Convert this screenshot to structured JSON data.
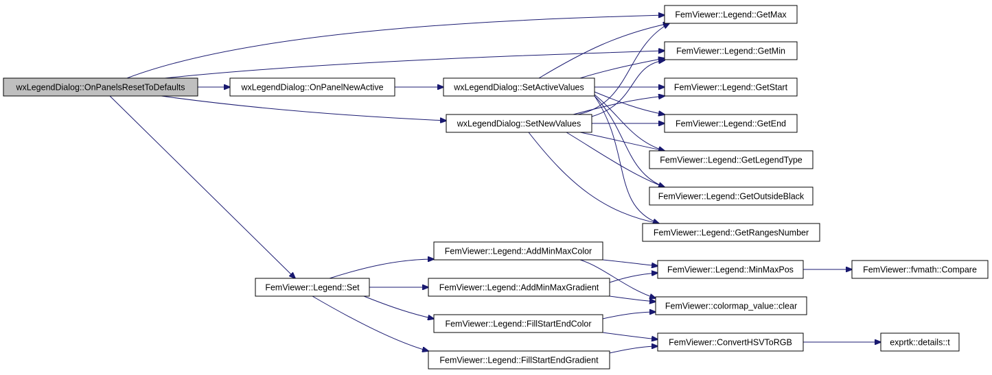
{
  "diagram": {
    "nodes": [
      {
        "id": "root",
        "label": "wxLegendDialog::OnPanelsResetToDefaults",
        "highlight": true
      },
      {
        "id": "onPanelNewActive",
        "label": "wxLegendDialog::OnPanelNewActive"
      },
      {
        "id": "setActiveValues",
        "label": "wxLegendDialog::SetActiveValues"
      },
      {
        "id": "setNewValues",
        "label": "wxLegendDialog::SetNewValues"
      },
      {
        "id": "getMax",
        "label": "FemViewer::Legend::GetMax"
      },
      {
        "id": "getMin",
        "label": "FemViewer::Legend::GetMin"
      },
      {
        "id": "getStart",
        "label": "FemViewer::Legend::GetStart"
      },
      {
        "id": "getEnd",
        "label": "FemViewer::Legend::GetEnd"
      },
      {
        "id": "getLegendType",
        "label": "FemViewer::Legend::GetLegendType"
      },
      {
        "id": "getOutsideBlack",
        "label": "FemViewer::Legend::GetOutsideBlack"
      },
      {
        "id": "getRangesNumber",
        "label": "FemViewer::Legend::GetRangesNumber"
      },
      {
        "id": "set",
        "label": "FemViewer::Legend::Set"
      },
      {
        "id": "addMinMaxColor",
        "label": "FemViewer::Legend::AddMinMaxColor"
      },
      {
        "id": "addMinMaxGradient",
        "label": "FemViewer::Legend::AddMinMaxGradient"
      },
      {
        "id": "fillStartEndColor",
        "label": "FemViewer::Legend::FillStartEndColor"
      },
      {
        "id": "fillStartEndGradient",
        "label": "FemViewer::Legend::FillStartEndGradient"
      },
      {
        "id": "minMaxPos",
        "label": "FemViewer::Legend::MinMaxPos"
      },
      {
        "id": "clear",
        "label": "FemViewer::colormap_value::clear"
      },
      {
        "id": "convertHSVToRGB",
        "label": "FemViewer::ConvertHSVToRGB"
      },
      {
        "id": "compare",
        "label": "FemViewer::fvmath::Compare"
      },
      {
        "id": "details_t",
        "label": "exprtk::details::t"
      }
    ],
    "edges": [
      {
        "from": "root",
        "to": "getMax"
      },
      {
        "from": "root",
        "to": "getMin"
      },
      {
        "from": "root",
        "to": "onPanelNewActive"
      },
      {
        "from": "root",
        "to": "setNewValues"
      },
      {
        "from": "root",
        "to": "set"
      },
      {
        "from": "onPanelNewActive",
        "to": "setActiveValues"
      },
      {
        "from": "setActiveValues",
        "to": "getMax"
      },
      {
        "from": "setActiveValues",
        "to": "getMin"
      },
      {
        "from": "setActiveValues",
        "to": "getStart"
      },
      {
        "from": "setActiveValues",
        "to": "getEnd"
      },
      {
        "from": "setActiveValues",
        "to": "getLegendType"
      },
      {
        "from": "setActiveValues",
        "to": "getOutsideBlack"
      },
      {
        "from": "setActiveValues",
        "to": "getRangesNumber"
      },
      {
        "from": "setNewValues",
        "to": "getMax"
      },
      {
        "from": "setNewValues",
        "to": "getMin"
      },
      {
        "from": "setNewValues",
        "to": "getStart"
      },
      {
        "from": "setNewValues",
        "to": "getEnd"
      },
      {
        "from": "setNewValues",
        "to": "getLegendType"
      },
      {
        "from": "setNewValues",
        "to": "getOutsideBlack"
      },
      {
        "from": "setNewValues",
        "to": "getRangesNumber"
      },
      {
        "from": "set",
        "to": "addMinMaxColor"
      },
      {
        "from": "set",
        "to": "addMinMaxGradient"
      },
      {
        "from": "set",
        "to": "fillStartEndColor"
      },
      {
        "from": "set",
        "to": "fillStartEndGradient"
      },
      {
        "from": "addMinMaxColor",
        "to": "minMaxPos"
      },
      {
        "from": "addMinMaxColor",
        "to": "clear"
      },
      {
        "from": "addMinMaxGradient",
        "to": "minMaxPos"
      },
      {
        "from": "addMinMaxGradient",
        "to": "clear"
      },
      {
        "from": "fillStartEndColor",
        "to": "clear"
      },
      {
        "from": "fillStartEndColor",
        "to": "convertHSVToRGB"
      },
      {
        "from": "fillStartEndGradient",
        "to": "convertHSVToRGB"
      },
      {
        "from": "minMaxPos",
        "to": "compare"
      },
      {
        "from": "convertHSVToRGB",
        "to": "details_t"
      }
    ],
    "colors": {
      "edge": "#191970",
      "root_fill": "#bfbfbf",
      "node_fill": "#ffffff",
      "node_border": "#000000"
    }
  }
}
